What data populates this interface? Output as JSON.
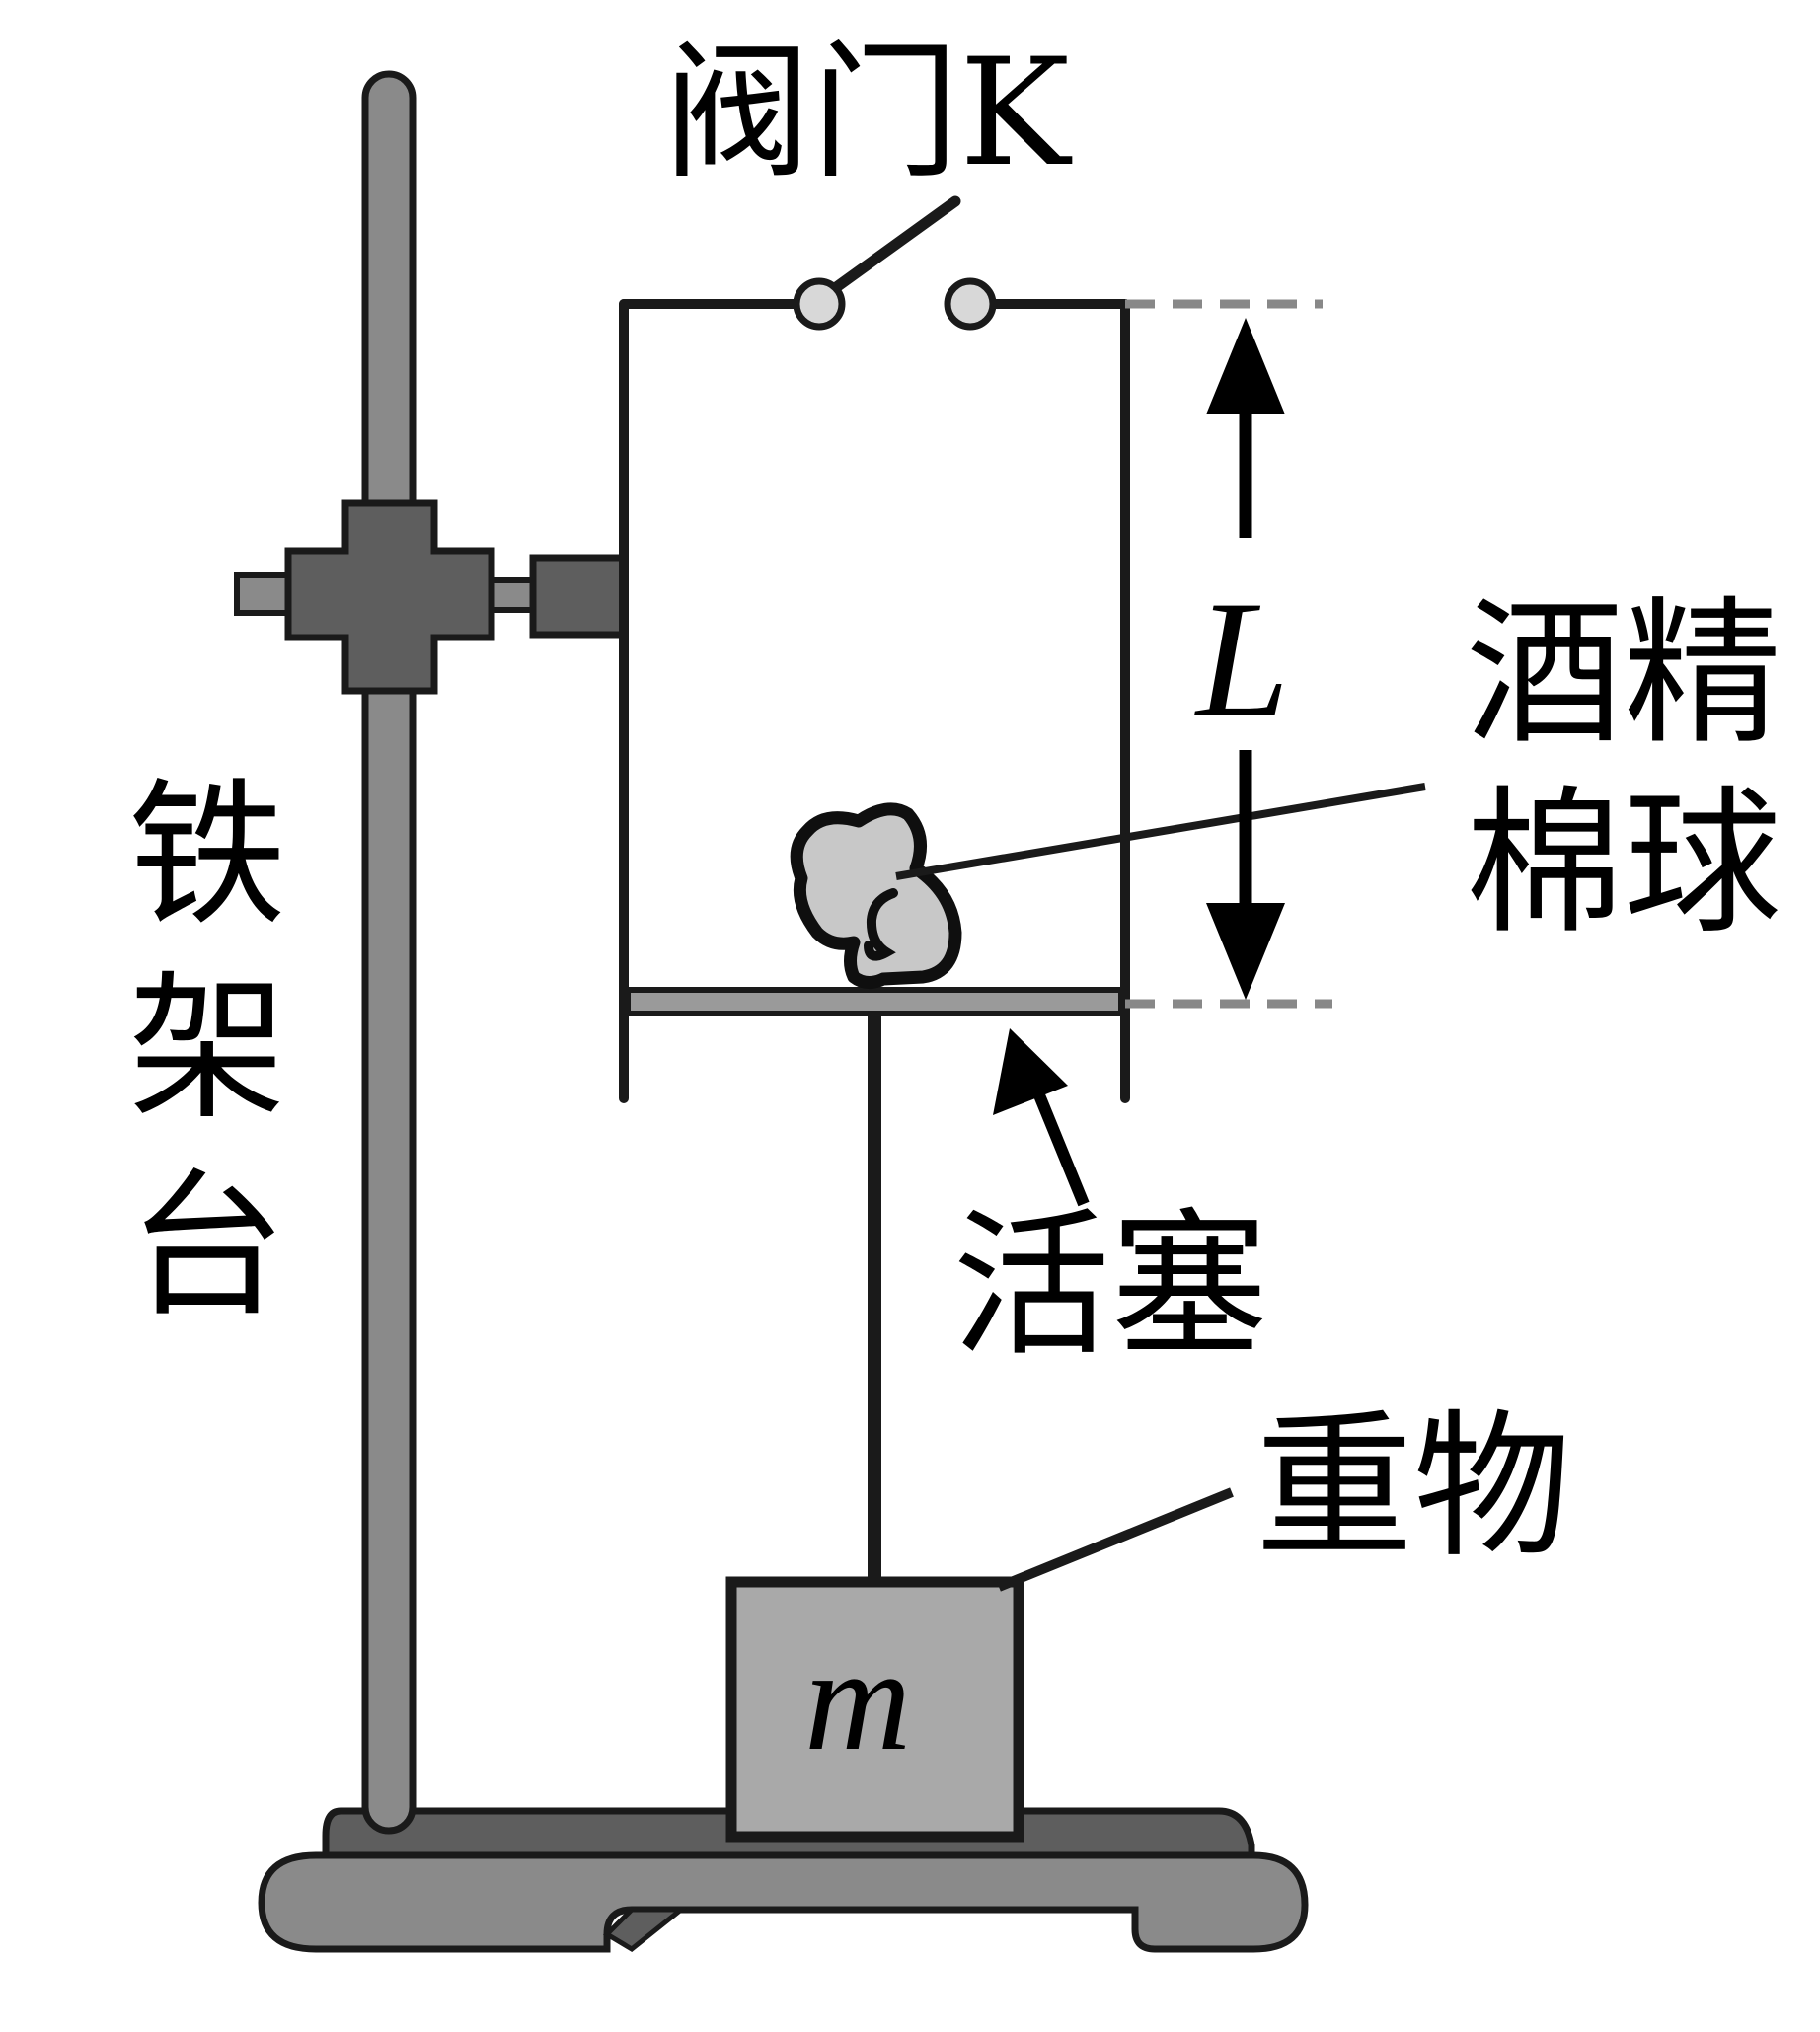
{
  "labels": {
    "valve": "阀门K",
    "stand": [
      "铁",
      "架",
      "台"
    ],
    "length": "L",
    "cotton_ball": [
      "酒精",
      "棉球"
    ],
    "piston": "活塞",
    "weight": "重物",
    "mass": "m"
  },
  "colors": {
    "stroke": "#1a1a1a",
    "metal_light": "#8a8a8a",
    "metal_dark": "#5e5e5e",
    "block": "#a9a9a9",
    "cotton": "#c8c8c8",
    "piston": "#9a9a9a",
    "dashed": "#888888"
  }
}
